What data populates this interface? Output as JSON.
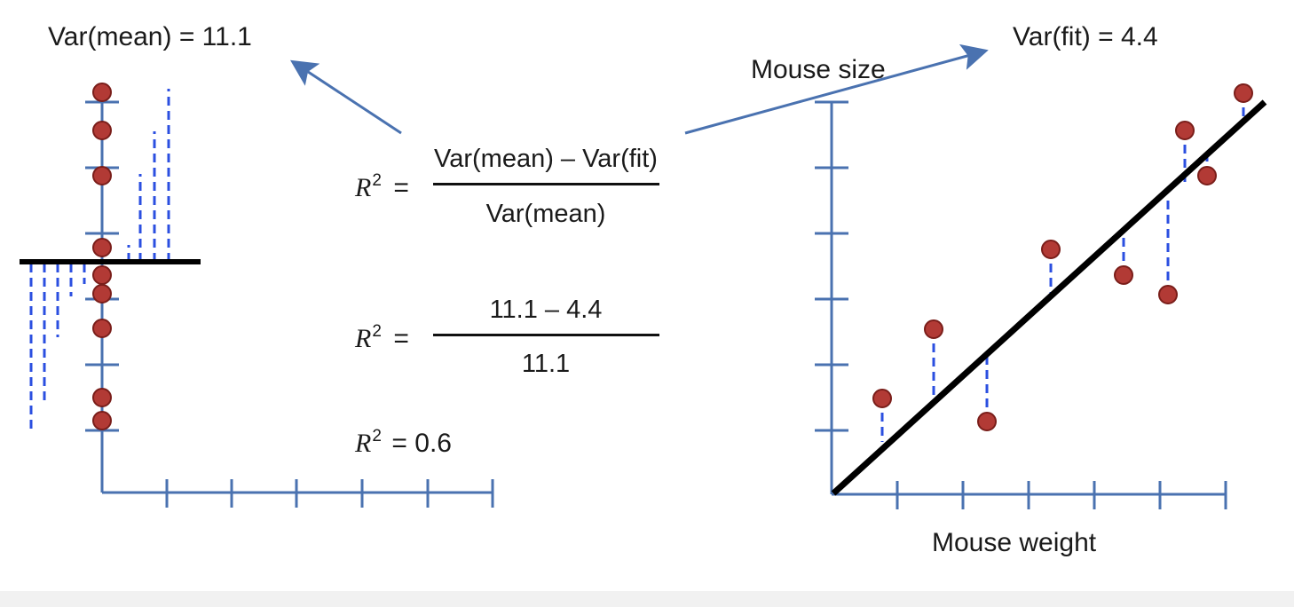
{
  "labels": {
    "var_mean": "Var(mean) = 11.1",
    "var_fit": "Var(fit) = 4.4",
    "y_axis": "Mouse size",
    "x_axis": "Mouse weight"
  },
  "equations": {
    "r2_symbol": "R",
    "r2_exponent": "2",
    "equals": "=",
    "eq1_numerator": "Var(mean) – Var(fit)",
    "eq1_denominator": "Var(mean)",
    "eq2_numerator": "11.1 – 4.4",
    "eq2_denominator": "11.1",
    "eq3_result": "= 0.6"
  },
  "colors": {
    "axis": "#4a72b0",
    "residual": "#2b4fe0",
    "point_fill": "#b23a35",
    "point_stroke": "#7a1e1a",
    "line": "#000000",
    "arrow": "#4a72b0"
  },
  "icons": {
    "arrow_left": "arrow-up-left-icon",
    "arrow_right": "arrow-up-right-icon"
  }
}
